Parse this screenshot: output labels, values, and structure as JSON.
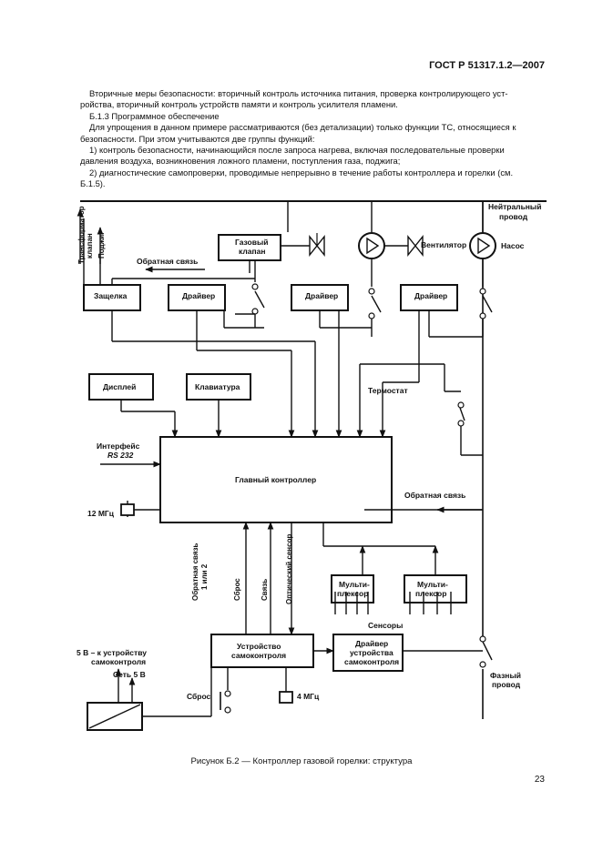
{
  "header": {
    "doc_id": "ГОСТ Р 51317.1.2—2007"
  },
  "body": {
    "p1": "Вторичные меры безопасности: вторичный контроль источника питания, проверка контролирующего уст-",
    "p1b": "ройства, вторичный контроль устройств памяти и контроль усилителя пламени.",
    "p2": "Б.1.3   Программное обеспечение",
    "p3": "Для упрощения в данном примере рассматриваются (без детализации) только функции ТС, относящиеся к",
    "p3b": "безопасности. При этом учитываются две группы функций:",
    "p4": "1) контроль безопасности, начинающийся после запроса нагрева, включая последовательные проверки",
    "p4b": "давления воздуха, возникновения ложного пламени, поступления газа, поджига;",
    "p5": "2) диагностические самопроверки, проводимые непрерывно в течение работы контроллера и горелки (см.",
    "p5b": "Б.1.5)."
  },
  "diagram": {
    "neutral": [
      "Нейтральный",
      "провод"
    ],
    "gas_valve": [
      "Газовый",
      "клапан"
    ],
    "fan": "Вентилятор",
    "pump": "Насос",
    "transformer": [
      "Трансформатор",
      "клапан"
    ],
    "ignition": "Поджиг",
    "feedback1": "Обратная связь",
    "latch": "Защелка",
    "driver": "Драйвер",
    "display": "Дисплей",
    "keyboard": "Клавиатура",
    "thermostat": "Термостат",
    "interface": [
      "Интерфейс",
      "RS 232"
    ],
    "main_controller": "Главный контроллер",
    "feedback2": "Обратная связь",
    "crystal12": "12 МГц",
    "mux": [
      "Мульти-",
      "плексор"
    ],
    "sensors": "Сенсоры",
    "vert_labels": [
      "Обратная связь",
      "1 или 2",
      "Сброс",
      "Связь",
      "Оптический сенсор"
    ],
    "selfcheck": [
      "Устройство",
      "самоконтроля"
    ],
    "selfcheck_driver": [
      "Драйвер",
      "устройства",
      "самоконтроля"
    ],
    "phase": [
      "Фазный",
      "провод"
    ],
    "supply5v": [
      "5 В – к устройству",
      "самоконтроля"
    ],
    "mains5v": "Сеть 5 В",
    "reset": "Сброс",
    "crystal4": "4 МГц"
  },
  "caption": "Рисунок Б.2 — Контроллер газовой горелки: структура",
  "page_number": "23"
}
